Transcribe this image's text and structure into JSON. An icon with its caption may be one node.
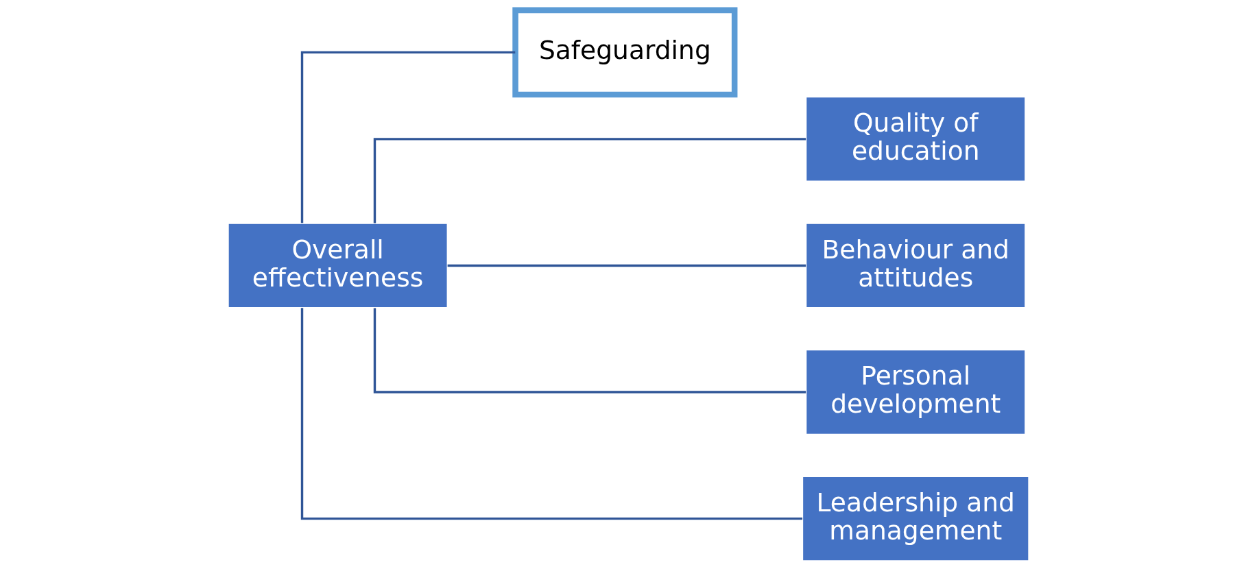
{
  "diagram": {
    "nodes": [
      {
        "text": [
          "Overall effectiveness"
        ]
      },
      {
        "text": [
          "Safeguarding"
        ]
      },
      {
        "text": [
          "Quality of education"
        ]
      },
      {
        "text": [
          "Behaviour and attitudes"
        ]
      },
      {
        "text": [
          "Personal development"
        ]
      },
      {
        "text": [
          "Leadership and management"
        ]
      }
    ],
    "edges": [
      {
        "from": 0,
        "to": 1,
        "arrow": "none"
      },
      {
        "from": 0,
        "to": 2,
        "arrow": "none"
      },
      {
        "from": 0,
        "to": 3,
        "arrow": "none"
      },
      {
        "from": 0,
        "to": 4,
        "arrow": "none"
      },
      {
        "from": 0,
        "to": 5,
        "arrow": "none"
      }
    ]
  }
}
